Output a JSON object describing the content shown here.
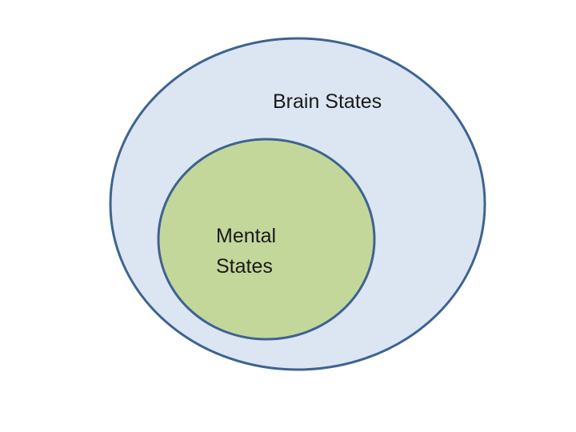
{
  "diagram": {
    "outer_set": {
      "label": "Brain States",
      "fill": "#dce6f2",
      "stroke": "#3e6391"
    },
    "inner_set": {
      "label_line1": "Mental",
      "label_line2": "States",
      "fill": "#c4d79b",
      "stroke": "#3e6391"
    }
  }
}
